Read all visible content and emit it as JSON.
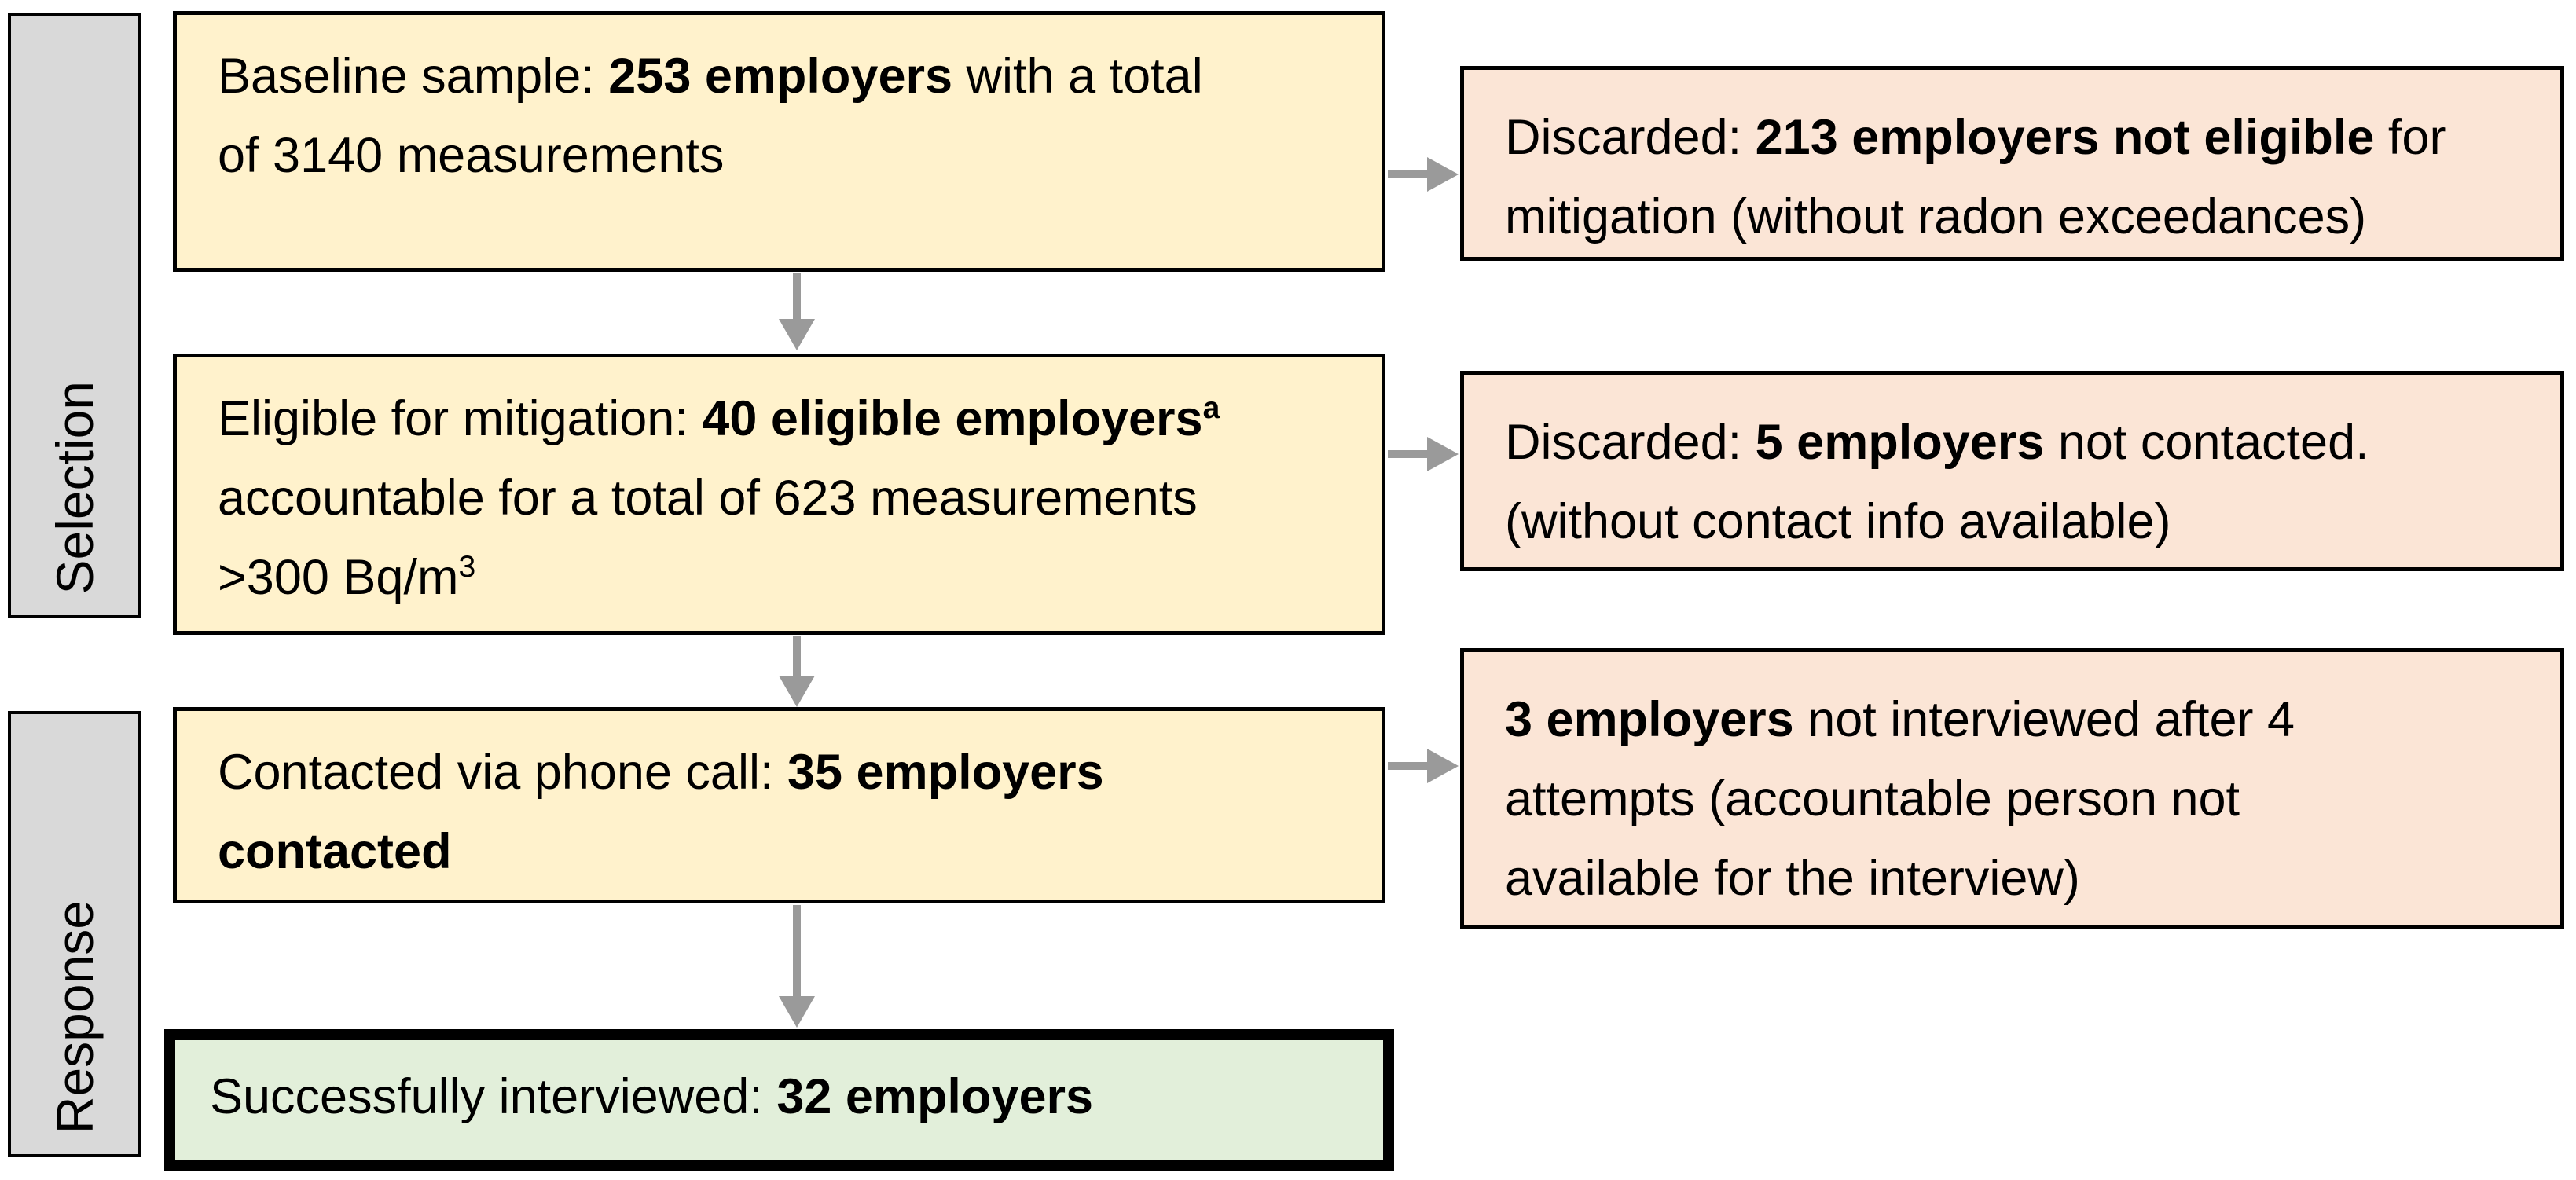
{
  "colors": {
    "main_box_fill": "#FFF2CC",
    "side_box_fill": "#FBE5D6",
    "final_box_fill": "#E2EFDA",
    "stage_label_fill": "#D9D9D9",
    "box_border": "#000000",
    "arrow_gray": "#9A9A9A"
  },
  "stage_labels": [
    {
      "label": "Selection"
    },
    {
      "label": "Response"
    }
  ],
  "main_boxes": [
    {
      "name": "baseline-sample",
      "lines": [
        [
          {
            "t": "Baseline sample: "
          },
          {
            "t": "253 employers",
            "b": true
          },
          {
            "t": " with a total"
          }
        ],
        [
          {
            "t": "of 3140 measurements"
          }
        ]
      ]
    },
    {
      "name": "eligible-for-mitigation",
      "lines": [
        [
          {
            "t": "Eligible for mitigation: "
          },
          {
            "t": "40 eligible employers",
            "b": true
          },
          {
            "t": "a",
            "b": true,
            "sup": true
          }
        ],
        [
          {
            "t": "accountable for a total of 623 measurements"
          }
        ],
        [
          {
            "t": ">300 Bq/m"
          },
          {
            "t": "3",
            "sup": true
          }
        ]
      ]
    },
    {
      "name": "contacted-via-phone",
      "lines": [
        [
          {
            "t": "Contacted via phone call: "
          },
          {
            "t": "35 employers",
            "b": true
          }
        ],
        [
          {
            "t": "contacted",
            "b": true
          }
        ]
      ]
    }
  ],
  "final_box": {
    "name": "successfully-interviewed",
    "lines": [
      [
        {
          "t": "Successfully interviewed: "
        },
        {
          "t": "32 employers",
          "b": true
        }
      ]
    ]
  },
  "side_boxes": [
    {
      "name": "discarded-not-eligible",
      "lines": [
        [
          {
            "t": "Discarded: "
          },
          {
            "t": "213 employers not eligible",
            "b": true
          },
          {
            "t": " for"
          }
        ],
        [
          {
            "t": "mitigation (without radon exceedances)"
          }
        ]
      ]
    },
    {
      "name": "discarded-not-contacted",
      "lines": [
        [
          {
            "t": "Discarded: "
          },
          {
            "t": "5 employers",
            "b": true
          },
          {
            "t": " not contacted."
          }
        ],
        [
          {
            "t": "(without contact info available)"
          }
        ]
      ]
    },
    {
      "name": "not-interviewed",
      "lines": [
        [
          {
            "t": "3 employers",
            "b": true
          },
          {
            "t": " not interviewed after 4"
          }
        ],
        [
          {
            "t": "attempts (accountable person not"
          }
        ],
        [
          {
            "t": "available for the interview)"
          }
        ]
      ]
    }
  ]
}
